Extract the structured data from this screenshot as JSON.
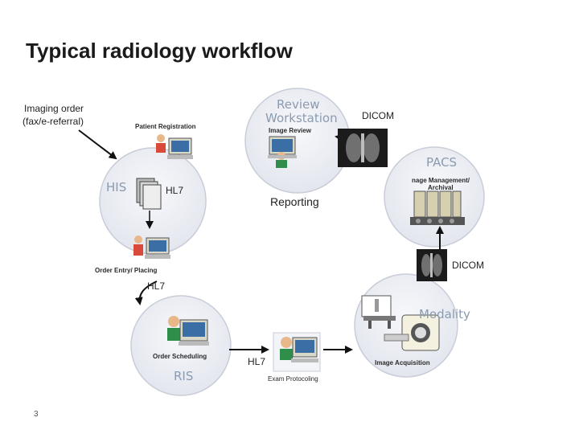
{
  "title": "Typical radiology workflow",
  "page_number": "3",
  "annotations": {
    "imaging_order_line1": "Imaging order",
    "imaging_order_line2": "(fax/e-referral)",
    "dicom_top": "DICOM",
    "dicom_right": "DICOM",
    "hl7_his": "HL7",
    "hl7_left": "HL7",
    "hl7_bottom": "HL7",
    "reporting": "Reporting"
  },
  "systems": {
    "his": {
      "title": "HIS",
      "steps": [
        "Patient Registration",
        "Order Entry/ Placing"
      ]
    },
    "review": {
      "title_line1": "Review",
      "title_line2": "Workstation",
      "step": "Image Review"
    },
    "pacs": {
      "title": "PACS",
      "step_line1": "nage Management/",
      "step_line2": "Archival"
    },
    "ris": {
      "title": "RIS",
      "step": "Order Scheduling"
    },
    "modality": {
      "title": "Modality",
      "step": "Image Acquisition"
    },
    "exam": {
      "step": "Exam Protocoling"
    }
  },
  "colors": {
    "circle_fill": "#eef0f5",
    "circle_stroke": "#c8cdd8",
    "arrow": "#111111",
    "system_title": "#8a9bb0"
  }
}
